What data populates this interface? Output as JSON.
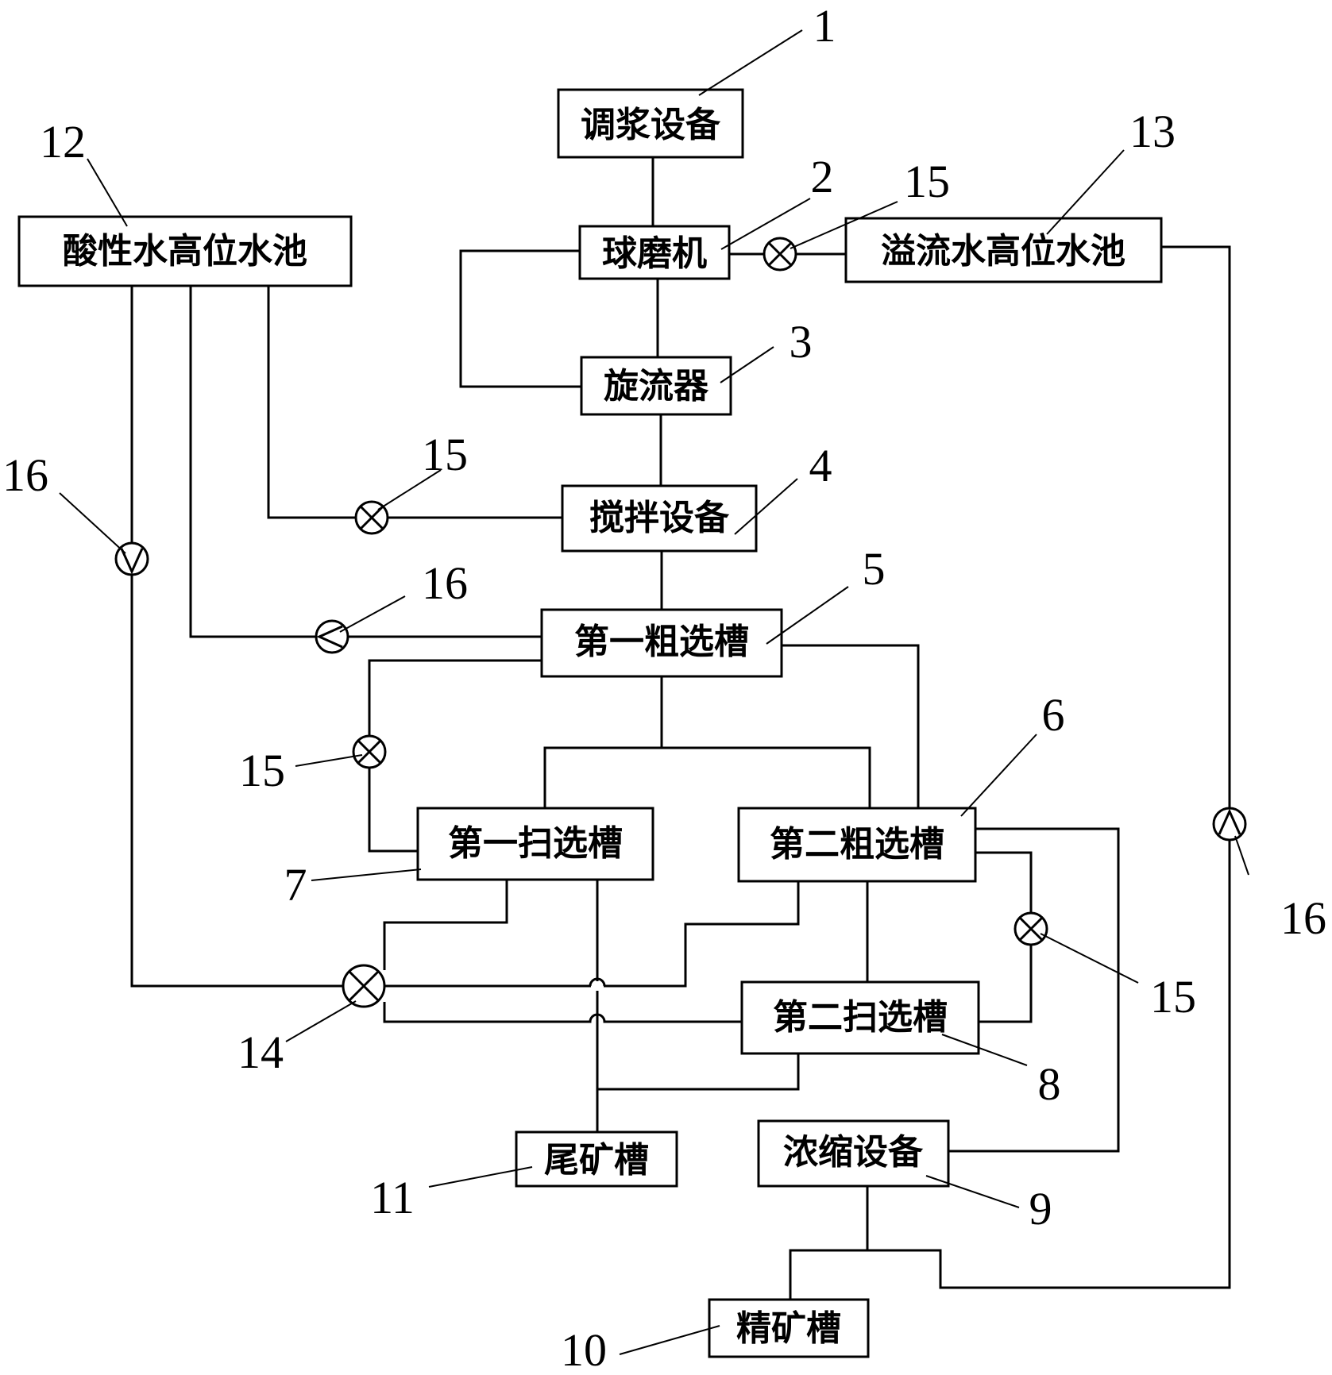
{
  "boxes": {
    "b1": "调浆设备",
    "b2": "球磨机",
    "b3": "旋流器",
    "b4": "搅拌设备",
    "b5": "第一粗选槽",
    "b6": "第二粗选槽",
    "b7": "第一扫选槽",
    "b8": "第二扫选槽",
    "b9": "浓缩设备",
    "b10": "精矿槽",
    "b11": "尾矿槽",
    "b12": "酸性水高位水池",
    "b13": "溢流水高位水池"
  },
  "labels": {
    "n1": "1",
    "n2": "2",
    "n3": "3",
    "n4": "4",
    "n5": "5",
    "n6": "6",
    "n7": "7",
    "n8": "8",
    "n9": "9",
    "n10": "10",
    "n11": "11",
    "n12": "12",
    "n13": "13",
    "n14": "14",
    "n15a": "15",
    "n15b": "15",
    "n15c": "15",
    "n15d": "15",
    "n16a": "16",
    "n16b": "16",
    "n16c": "16"
  }
}
